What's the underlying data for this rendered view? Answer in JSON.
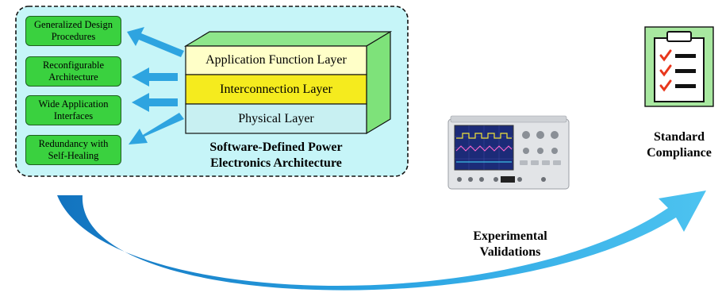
{
  "features": [
    {
      "label": "Generalized Design Procedures"
    },
    {
      "label": "Reconfigurable Architecture"
    },
    {
      "label": "Wide Application Interfaces"
    },
    {
      "label": "Redundancy with Self-Healing"
    }
  ],
  "layers": [
    {
      "label": "Application Function Layer",
      "color": "#ffffc8"
    },
    {
      "label": "Interconnection Layer",
      "color": "#f5eb1e"
    },
    {
      "label": "Physical Layer",
      "color": "#c8f0f2"
    }
  ],
  "architecture_caption": "Software-Defined Power Electronics Architecture",
  "validation_caption": "Experimental Validations",
  "compliance_caption": "Standard Compliance",
  "colors": {
    "panel_fill": "#c6f5f8",
    "feature_fill": "#3ad13f",
    "block_side": "#7ee27a",
    "arrow_blue": "#2ea4e0",
    "arrow_dark": "#0a5fa6",
    "checkmark": "#e8371c"
  },
  "icons": {
    "oscilloscope": "oscilloscope-icon",
    "checklist": "clipboard-checklist-icon"
  }
}
